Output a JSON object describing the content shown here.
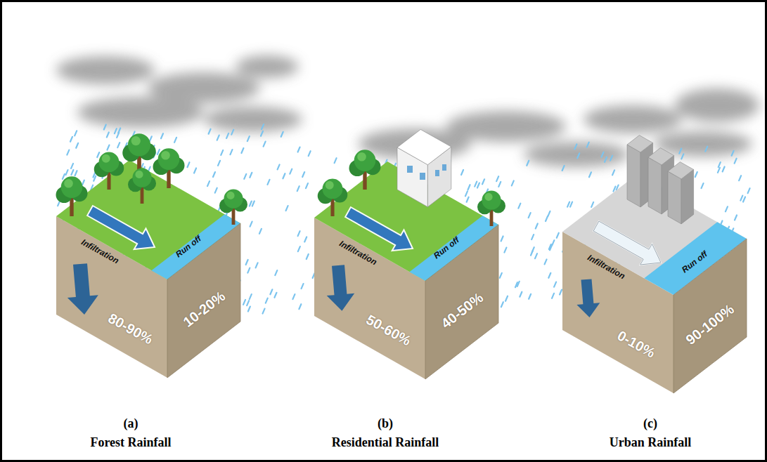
{
  "diagram": {
    "nodes": [
      {
        "text": [
          "Infiltration",
          "Run off",
          "80-90%",
          "10-20%"
        ]
      },
      {
        "text": [
          "Infiltration",
          "Run off",
          "50-60%",
          "40-50%"
        ]
      },
      {
        "text": [
          "Infiltration",
          "Run off",
          "0-10%",
          "90-100%"
        ]
      }
    ],
    "labels": [
      "(a)",
      "Forest Rainfall",
      "(b)",
      "Residential Rainfall",
      "(c)",
      "Urban Rainfall"
    ]
  }
}
